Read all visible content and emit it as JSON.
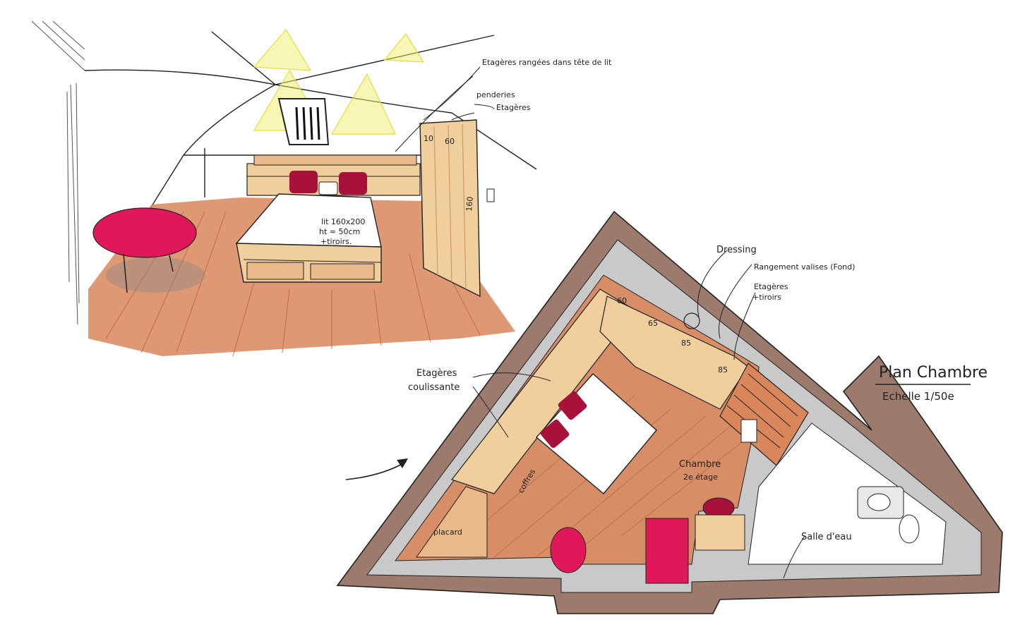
{
  "perspective_labels": {
    "etageres_tete_de_lit": "Etagères rangées dans tête de lit",
    "penderies": "penderies",
    "etageres": "Etagères",
    "lit_line1": "lit 160x200",
    "lit_line2": "ht ≈ 50cm",
    "lit_line3": "+tiroirs.",
    "height_160": "160",
    "dim_10": "10",
    "dim_60": "60"
  },
  "plan_labels": {
    "dressing": "Dressing",
    "rangement_valises": "Rangement valises (Fond)",
    "etageres_tiroirs_line1": "Etagères",
    "etageres_tiroirs_line2": "+tiroirs",
    "etageres_coulissantes_line1": "Etagères",
    "etageres_coulissantes_line2": "coulissante",
    "chambre_line1": "Chambre",
    "chambre_line2": "2e étage",
    "placard": "placard",
    "coffres": "coffres",
    "salle_deau": "Salle d'eau",
    "dim_60": "60",
    "dim_65": "65",
    "dim_85a": "85",
    "dim_85b": "85"
  },
  "title_block": {
    "title": "Plan Chambre",
    "scale": "Echelle 1/50e"
  },
  "colors": {
    "wood_floor": "#d8865a",
    "wood_light": "#e9b98a",
    "shelf_wood": "#f0cf9c",
    "wall_brown": "#9c7a6c",
    "wall_grey": "#c9c9c9",
    "accent_red": "#e0185a",
    "cushion_red": "#a8123a",
    "light_yellow": "#f2ee6a",
    "ink": "#222222"
  }
}
